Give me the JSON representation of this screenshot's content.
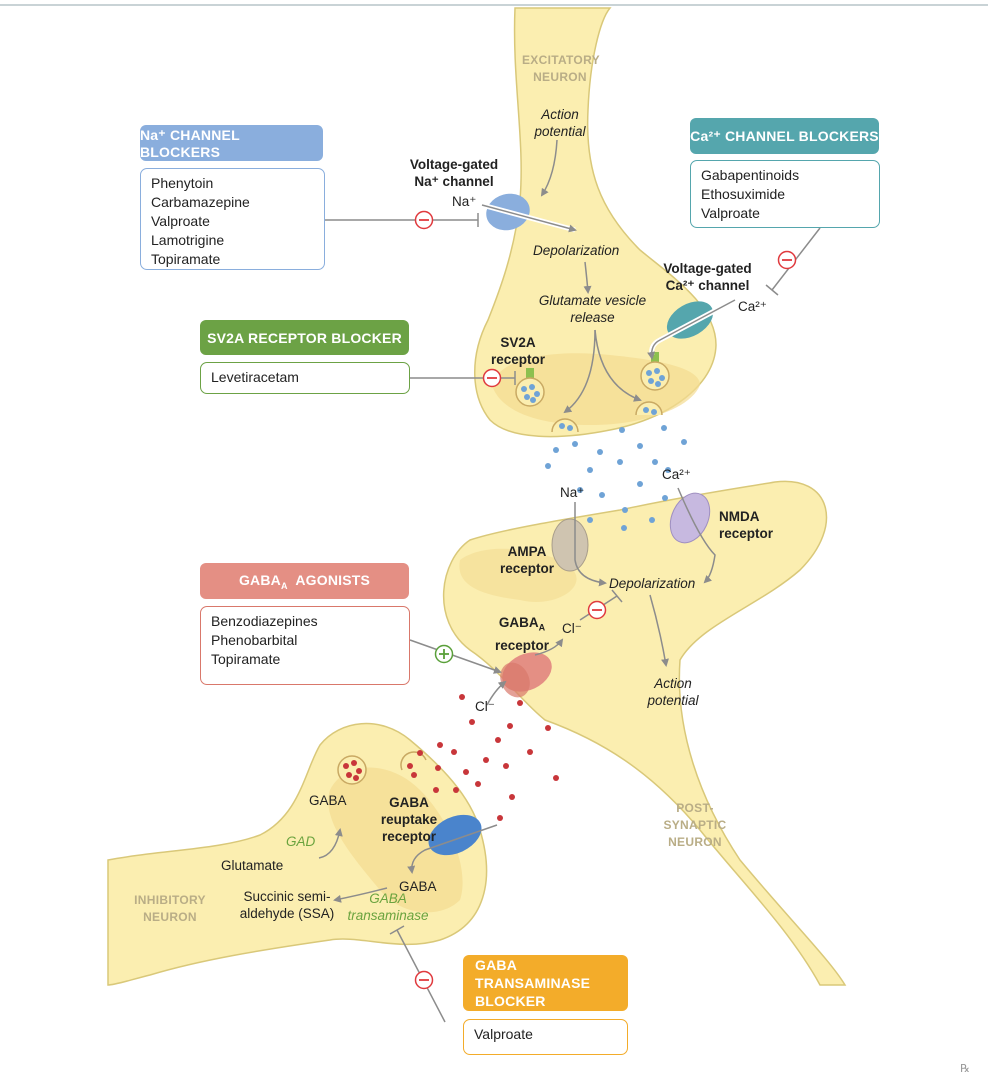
{
  "neurons": {
    "excitatory": "EXCITATORY NEURON",
    "post_synaptic": "POST-SYNAPTIC NEURON",
    "inhibitory": "INHIBITORY NEURON"
  },
  "drug_classes": {
    "na_blockers": {
      "title": "Na⁺ CHANNEL BLOCKERS",
      "color": "#8aaedd",
      "drugs": [
        "Phenytoin",
        "Carbamazepine",
        "Valproate",
        "Lamotrigine",
        "Topiramate"
      ]
    },
    "ca_blockers": {
      "title": "Ca²⁺ CHANNEL BLOCKERS",
      "color": "#55a6ad",
      "drugs": [
        "Gabapentinoids",
        "Ethosuximide",
        "Valproate"
      ]
    },
    "sv2a_blocker": {
      "title": "SV2A RECEPTOR BLOCKER",
      "color": "#6ca245",
      "drugs": [
        "Levetiracetam"
      ]
    },
    "gaba_agonists": {
      "title": "GABAA AGONISTS",
      "color": "#e48f84",
      "drugs": [
        "Benzodiazepines",
        "Phenobarbital",
        "Topiramate"
      ]
    },
    "gaba_t_blocker": {
      "title": "GABA TRANSAMINASE BLOCKER",
      "color": "#f3ac2a",
      "drugs": [
        "Valproate"
      ]
    }
  },
  "labels": {
    "action_potential_top": "Action potential",
    "vg_na_channel": "Voltage-gated Na⁺ channel",
    "na_ion_top": "Na⁺",
    "depolarization_top": "Depolarization",
    "glutamate_release": "Glutamate vesicle release",
    "vg_ca_channel": "Voltage-gated Ca²⁺ channel",
    "ca_ion_top": "Ca²⁺",
    "sv2a_receptor": "SV2A receptor",
    "na_ion_mid": "Na⁺",
    "ca_ion_mid": "Ca²⁺",
    "nmda_receptor": "NMDA receptor",
    "ampa_receptor": "AMPA receptor",
    "depolarization_post": "Depolarization",
    "gabaa_receptor": "GABAA receptor",
    "cl_out": "Cl⁻",
    "cl_in": "Cl⁻",
    "action_potential_post": "Action potential",
    "gaba_vesicle": "GABA",
    "gad": "GAD",
    "glutamate": "Glutamate",
    "gaba_reuptake": "GABA reuptake receptor",
    "gaba_in": "GABA",
    "ssa": "Succinic semi- aldehyde (SSA)",
    "gaba_transaminase": "GABA transaminase"
  },
  "symbols": {
    "inhibit": "−",
    "activate": "+"
  },
  "watermark": "℞"
}
